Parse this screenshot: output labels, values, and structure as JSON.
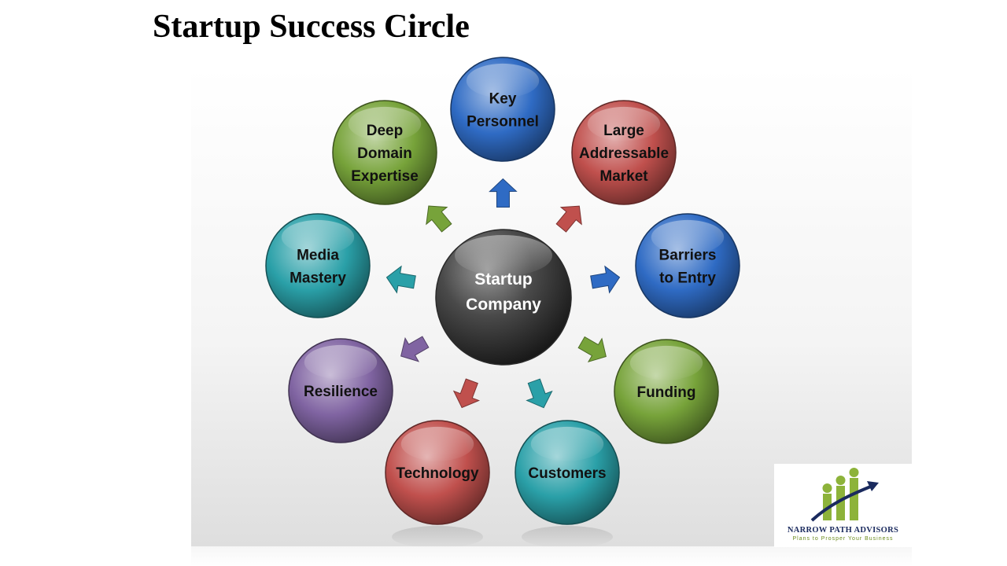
{
  "title": "Startup Success Circle",
  "center": {
    "lines": [
      "Startup",
      "Company"
    ]
  },
  "nodes": [
    {
      "id": "key-personnel",
      "lines": [
        "Key",
        "Personnel"
      ],
      "color": "#2f6bc4"
    },
    {
      "id": "large-addressable-market",
      "lines": [
        "Large",
        "Addressable",
        "Market"
      ],
      "color": "#c0504d"
    },
    {
      "id": "barriers-to-entry",
      "lines": [
        "Barriers",
        "to Entry"
      ],
      "color": "#2f6bc4"
    },
    {
      "id": "funding",
      "lines": [
        "Funding"
      ],
      "color": "#77a33a"
    },
    {
      "id": "customers",
      "lines": [
        "Customers"
      ],
      "color": "#2aa0a8"
    },
    {
      "id": "technology",
      "lines": [
        "Technology"
      ],
      "color": "#c0504d"
    },
    {
      "id": "resilience",
      "lines": [
        "Resilience"
      ],
      "color": "#8064a2"
    },
    {
      "id": "media-mastery",
      "lines": [
        "Media",
        "Mastery"
      ],
      "color": "#2aa0a8"
    },
    {
      "id": "deep-domain-expertise",
      "lines": [
        "Deep",
        "Domain",
        "Expertise"
      ],
      "color": "#77a33a"
    }
  ],
  "logo": {
    "name": "NARROW PATH ADVISORS",
    "tagline": "Plans to Prosper Your Business",
    "colors": {
      "navy": "#1a2a5e",
      "green": "#8db33a"
    }
  }
}
